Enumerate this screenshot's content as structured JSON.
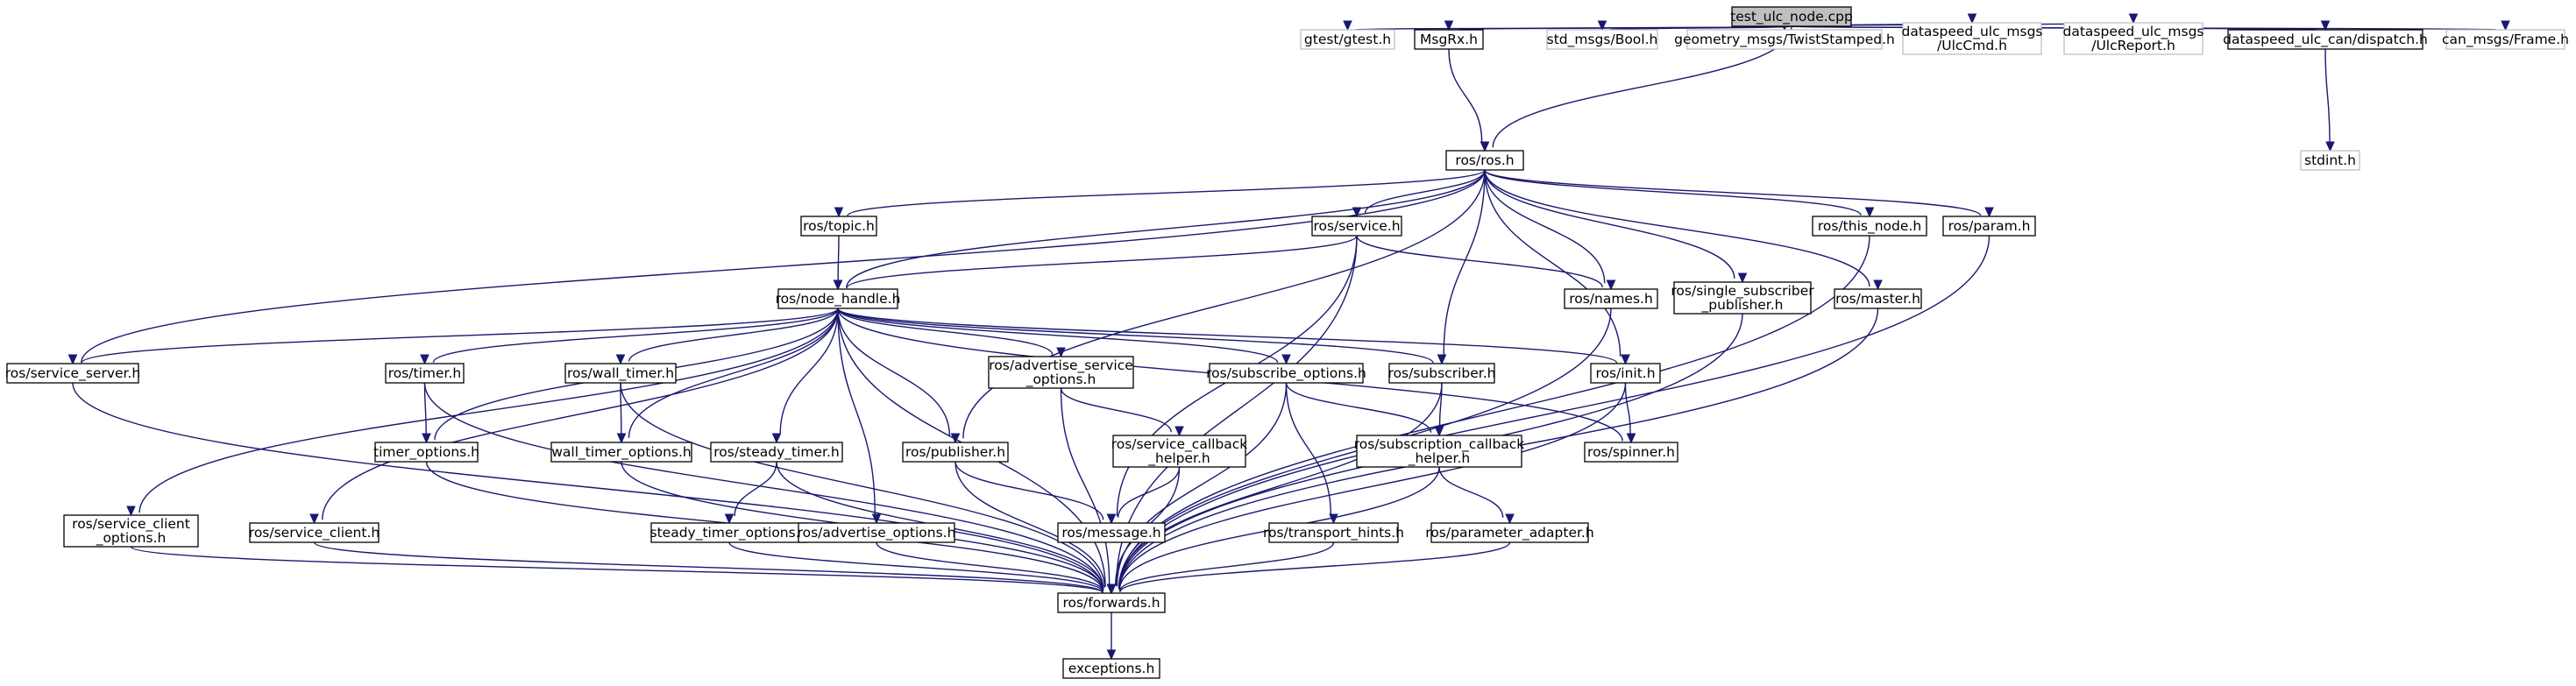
{
  "graph": {
    "title": "",
    "colors": {
      "edge": "#191970",
      "root_fill": "#bfbfbf",
      "external_border": "#bfbfbf",
      "node_border": "#000000"
    },
    "nodes": [
      {
        "id": "test_ulc_node",
        "lines": [
          "test_ulc_node.cpp"
        ],
        "kind": "root"
      },
      {
        "id": "gtest",
        "lines": [
          "gtest/gtest.h"
        ],
        "kind": "external"
      },
      {
        "id": "msgrx",
        "lines": [
          "MsgRx.h"
        ],
        "kind": "file"
      },
      {
        "id": "bool",
        "lines": [
          "std_msgs/Bool.h"
        ],
        "kind": "external"
      },
      {
        "id": "twist",
        "lines": [
          "geometry_msgs/TwistStamped.h"
        ],
        "kind": "external"
      },
      {
        "id": "ulccmd",
        "lines": [
          "dataspeed_ulc_msgs",
          "/UlcCmd.h"
        ],
        "kind": "external"
      },
      {
        "id": "ulcreport",
        "lines": [
          "dataspeed_ulc_msgs",
          "/UlcReport.h"
        ],
        "kind": "external"
      },
      {
        "id": "dispatch",
        "lines": [
          "dataspeed_ulc_can/dispatch.h"
        ],
        "kind": "file"
      },
      {
        "id": "frame",
        "lines": [
          "can_msgs/Frame.h"
        ],
        "kind": "external"
      },
      {
        "id": "stdint",
        "lines": [
          "stdint.h"
        ],
        "kind": "external"
      },
      {
        "id": "ros",
        "lines": [
          "ros/ros.h"
        ],
        "kind": "file"
      },
      {
        "id": "topic",
        "lines": [
          "ros/topic.h"
        ],
        "kind": "file"
      },
      {
        "id": "service",
        "lines": [
          "ros/service.h"
        ],
        "kind": "file"
      },
      {
        "id": "this_node",
        "lines": [
          "ros/this_node.h"
        ],
        "kind": "file"
      },
      {
        "id": "param",
        "lines": [
          "ros/param.h"
        ],
        "kind": "file"
      },
      {
        "id": "node_handle",
        "lines": [
          "ros/node_handle.h"
        ],
        "kind": "file"
      },
      {
        "id": "names",
        "lines": [
          "ros/names.h"
        ],
        "kind": "file"
      },
      {
        "id": "single_sub",
        "lines": [
          "ros/single_subscriber",
          "_publisher.h"
        ],
        "kind": "file"
      },
      {
        "id": "master",
        "lines": [
          "ros/master.h"
        ],
        "kind": "file"
      },
      {
        "id": "service_server",
        "lines": [
          "ros/service_server.h"
        ],
        "kind": "file"
      },
      {
        "id": "timer",
        "lines": [
          "ros/timer.h"
        ],
        "kind": "file"
      },
      {
        "id": "wall_timer",
        "lines": [
          "ros/wall_timer.h"
        ],
        "kind": "file"
      },
      {
        "id": "adv_service_opts",
        "lines": [
          "ros/advertise_service",
          "_options.h"
        ],
        "kind": "file"
      },
      {
        "id": "sub_opts",
        "lines": [
          "ros/subscribe_options.h"
        ],
        "kind": "file"
      },
      {
        "id": "subscriber",
        "lines": [
          "ros/subscriber.h"
        ],
        "kind": "file"
      },
      {
        "id": "init",
        "lines": [
          "ros/init.h"
        ],
        "kind": "file"
      },
      {
        "id": "timer_opts",
        "lines": [
          "timer_options.h"
        ],
        "kind": "file"
      },
      {
        "id": "wall_timer_opts",
        "lines": [
          "wall_timer_options.h"
        ],
        "kind": "file"
      },
      {
        "id": "steady_timer",
        "lines": [
          "ros/steady_timer.h"
        ],
        "kind": "file"
      },
      {
        "id": "publisher",
        "lines": [
          "ros/publisher.h"
        ],
        "kind": "file"
      },
      {
        "id": "svc_cb_helper",
        "lines": [
          "ros/service_callback",
          "_helper.h"
        ],
        "kind": "file"
      },
      {
        "id": "sub_cb_helper",
        "lines": [
          "ros/subscription_callback",
          "_helper.h"
        ],
        "kind": "file"
      },
      {
        "id": "spinner",
        "lines": [
          "ros/spinner.h"
        ],
        "kind": "file"
      },
      {
        "id": "svc_client_opts",
        "lines": [
          "ros/service_client",
          "_options.h"
        ],
        "kind": "file"
      },
      {
        "id": "service_client",
        "lines": [
          "ros/service_client.h"
        ],
        "kind": "file"
      },
      {
        "id": "steady_timer_opts",
        "lines": [
          "steady_timer_options.h"
        ],
        "kind": "file"
      },
      {
        "id": "adv_opts",
        "lines": [
          "ros/advertise_options.h"
        ],
        "kind": "file"
      },
      {
        "id": "message",
        "lines": [
          "ros/message.h"
        ],
        "kind": "file"
      },
      {
        "id": "transport_hints",
        "lines": [
          "ros/transport_hints.h"
        ],
        "kind": "file"
      },
      {
        "id": "param_adapter",
        "lines": [
          "ros/parameter_adapter.h"
        ],
        "kind": "file"
      },
      {
        "id": "forwards",
        "lines": [
          "ros/forwards.h"
        ],
        "kind": "file"
      },
      {
        "id": "exceptions",
        "lines": [
          "exceptions.h"
        ],
        "kind": "file"
      }
    ],
    "edges": [
      [
        "test_ulc_node",
        "gtest"
      ],
      [
        "test_ulc_node",
        "msgrx"
      ],
      [
        "test_ulc_node",
        "bool"
      ],
      [
        "test_ulc_node",
        "twist"
      ],
      [
        "test_ulc_node",
        "ulccmd"
      ],
      [
        "test_ulc_node",
        "ulcreport"
      ],
      [
        "test_ulc_node",
        "dispatch"
      ],
      [
        "test_ulc_node",
        "frame"
      ],
      [
        "test_ulc_node",
        "ros"
      ],
      [
        "msgrx",
        "ros"
      ],
      [
        "dispatch",
        "stdint"
      ],
      [
        "ros",
        "topic"
      ],
      [
        "ros",
        "service"
      ],
      [
        "ros",
        "this_node"
      ],
      [
        "ros",
        "param"
      ],
      [
        "ros",
        "node_handle"
      ],
      [
        "ros",
        "names"
      ],
      [
        "ros",
        "single_sub"
      ],
      [
        "ros",
        "master"
      ],
      [
        "ros",
        "service_server"
      ],
      [
        "ros",
        "subscriber"
      ],
      [
        "ros",
        "init"
      ],
      [
        "ros",
        "publisher"
      ],
      [
        "topic",
        "node_handle"
      ],
      [
        "service",
        "node_handle"
      ],
      [
        "service",
        "names"
      ],
      [
        "service",
        "message"
      ],
      [
        "service",
        "forwards"
      ],
      [
        "node_handle",
        "service_server"
      ],
      [
        "node_handle",
        "svc_client_opts"
      ],
      [
        "node_handle",
        "service_client"
      ],
      [
        "node_handle",
        "timer"
      ],
      [
        "node_handle",
        "timer_opts"
      ],
      [
        "node_handle",
        "wall_timer"
      ],
      [
        "node_handle",
        "wall_timer_opts"
      ],
      [
        "node_handle",
        "steady_timer"
      ],
      [
        "node_handle",
        "publisher"
      ],
      [
        "node_handle",
        "adv_opts"
      ],
      [
        "node_handle",
        "adv_service_opts"
      ],
      [
        "node_handle",
        "sub_opts"
      ],
      [
        "node_handle",
        "subscriber"
      ],
      [
        "node_handle",
        "init"
      ],
      [
        "node_handle",
        "spinner"
      ],
      [
        "node_handle",
        "forwards"
      ],
      [
        "service_server",
        "forwards"
      ],
      [
        "timer",
        "timer_opts"
      ],
      [
        "timer",
        "forwards"
      ],
      [
        "wall_timer",
        "wall_timer_opts"
      ],
      [
        "wall_timer",
        "forwards"
      ],
      [
        "adv_service_opts",
        "svc_cb_helper"
      ],
      [
        "adv_service_opts",
        "forwards"
      ],
      [
        "sub_opts",
        "sub_cb_helper"
      ],
      [
        "sub_opts",
        "transport_hints"
      ],
      [
        "sub_opts",
        "forwards"
      ],
      [
        "subscriber",
        "sub_cb_helper"
      ],
      [
        "subscriber",
        "forwards"
      ],
      [
        "init",
        "spinner"
      ],
      [
        "init",
        "forwards"
      ],
      [
        "timer_opts",
        "forwards"
      ],
      [
        "wall_timer_opts",
        "forwards"
      ],
      [
        "steady_timer",
        "steady_timer_opts"
      ],
      [
        "steady_timer",
        "forwards"
      ],
      [
        "publisher",
        "message"
      ],
      [
        "publisher",
        "forwards"
      ],
      [
        "svc_cb_helper",
        "message"
      ],
      [
        "svc_cb_helper",
        "forwards"
      ],
      [
        "sub_cb_helper",
        "param_adapter"
      ],
      [
        "sub_cb_helper",
        "forwards"
      ],
      [
        "svc_client_opts",
        "forwards"
      ],
      [
        "service_client",
        "forwards"
      ],
      [
        "steady_timer_opts",
        "forwards"
      ],
      [
        "adv_opts",
        "forwards"
      ],
      [
        "transport_hints",
        "forwards"
      ],
      [
        "param_adapter",
        "forwards"
      ],
      [
        "names",
        "forwards"
      ],
      [
        "single_sub",
        "forwards"
      ],
      [
        "master",
        "forwards"
      ],
      [
        "this_node",
        "forwards"
      ],
      [
        "param",
        "forwards"
      ],
      [
        "forwards",
        "exceptions"
      ]
    ]
  }
}
